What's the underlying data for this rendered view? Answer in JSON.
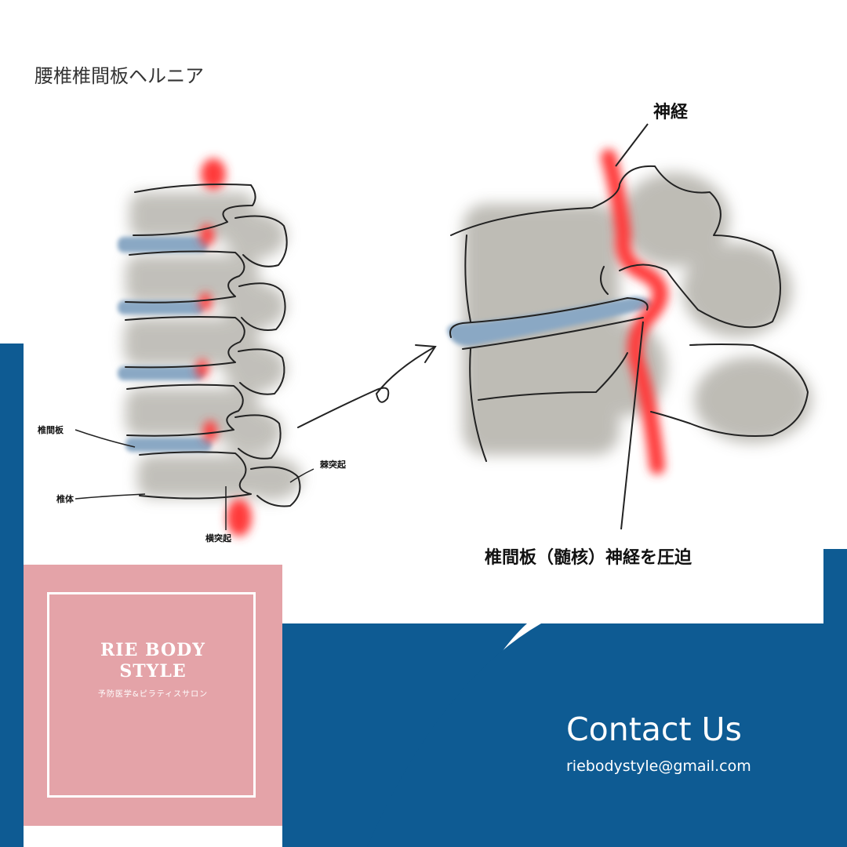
{
  "diagram": {
    "title": "腰椎椎間板ヘルニア",
    "labels": {
      "nerve": "神経",
      "disc": "椎間板",
      "vertebral_body": "椎体",
      "spinous_process": "棘突起",
      "transverse_process": "横突起",
      "compression": "椎間板（髄核）神経を圧迫"
    }
  },
  "brand": {
    "name_line1": "RIE BODY",
    "name_line2": "STYLE",
    "subtitle": "予防医学&ピラティスサロン"
  },
  "contact": {
    "heading": "Contact Us",
    "email": "riebodystyle@gmail.com"
  },
  "colors": {
    "navy": "#0e5b93",
    "pink": "#e4a3a8",
    "bone": "#b7b5ae",
    "disc_blue": "#8aa8c4",
    "nerve_red": "#ff3b3b"
  }
}
